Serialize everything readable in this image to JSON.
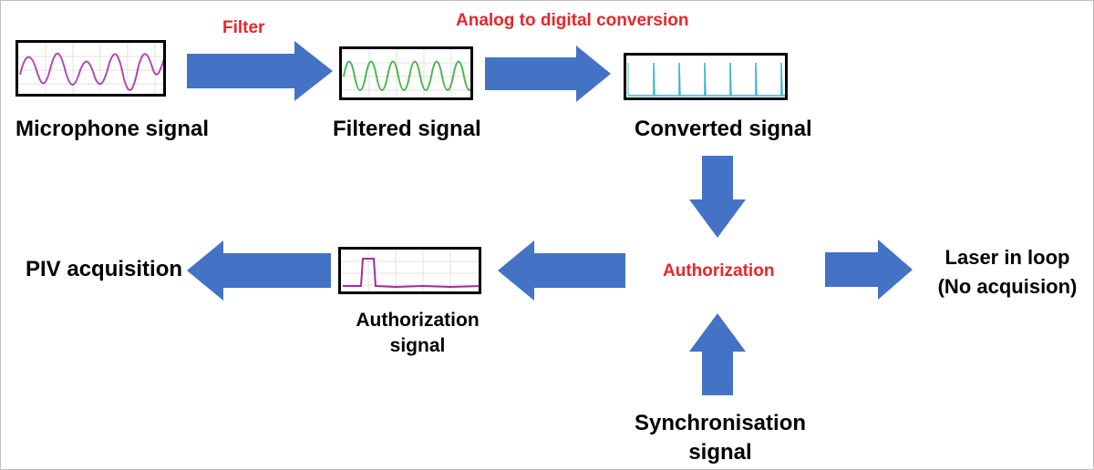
{
  "labels": {
    "microphone": "Microphone signal",
    "filtered": "Filtered signal",
    "converted": "Converted signal",
    "piv": "PIV acquisition",
    "auth_signal": "Authorization signal",
    "laser_line1": "Laser in loop",
    "laser_line2": "(No acquision)",
    "sync": "Synchronisation signal"
  },
  "steps": {
    "filter": "Filter",
    "adc": "Analog to digital conversion",
    "authorization": "Authorization"
  },
  "colors": {
    "arrow": "#4472c4",
    "step_text": "#e8262b",
    "mic_wave": "#b04ab0",
    "filtered_wave": "#4cb84c",
    "converted_wave": "#3cb4c8",
    "auth_wave": "#a0309c"
  }
}
